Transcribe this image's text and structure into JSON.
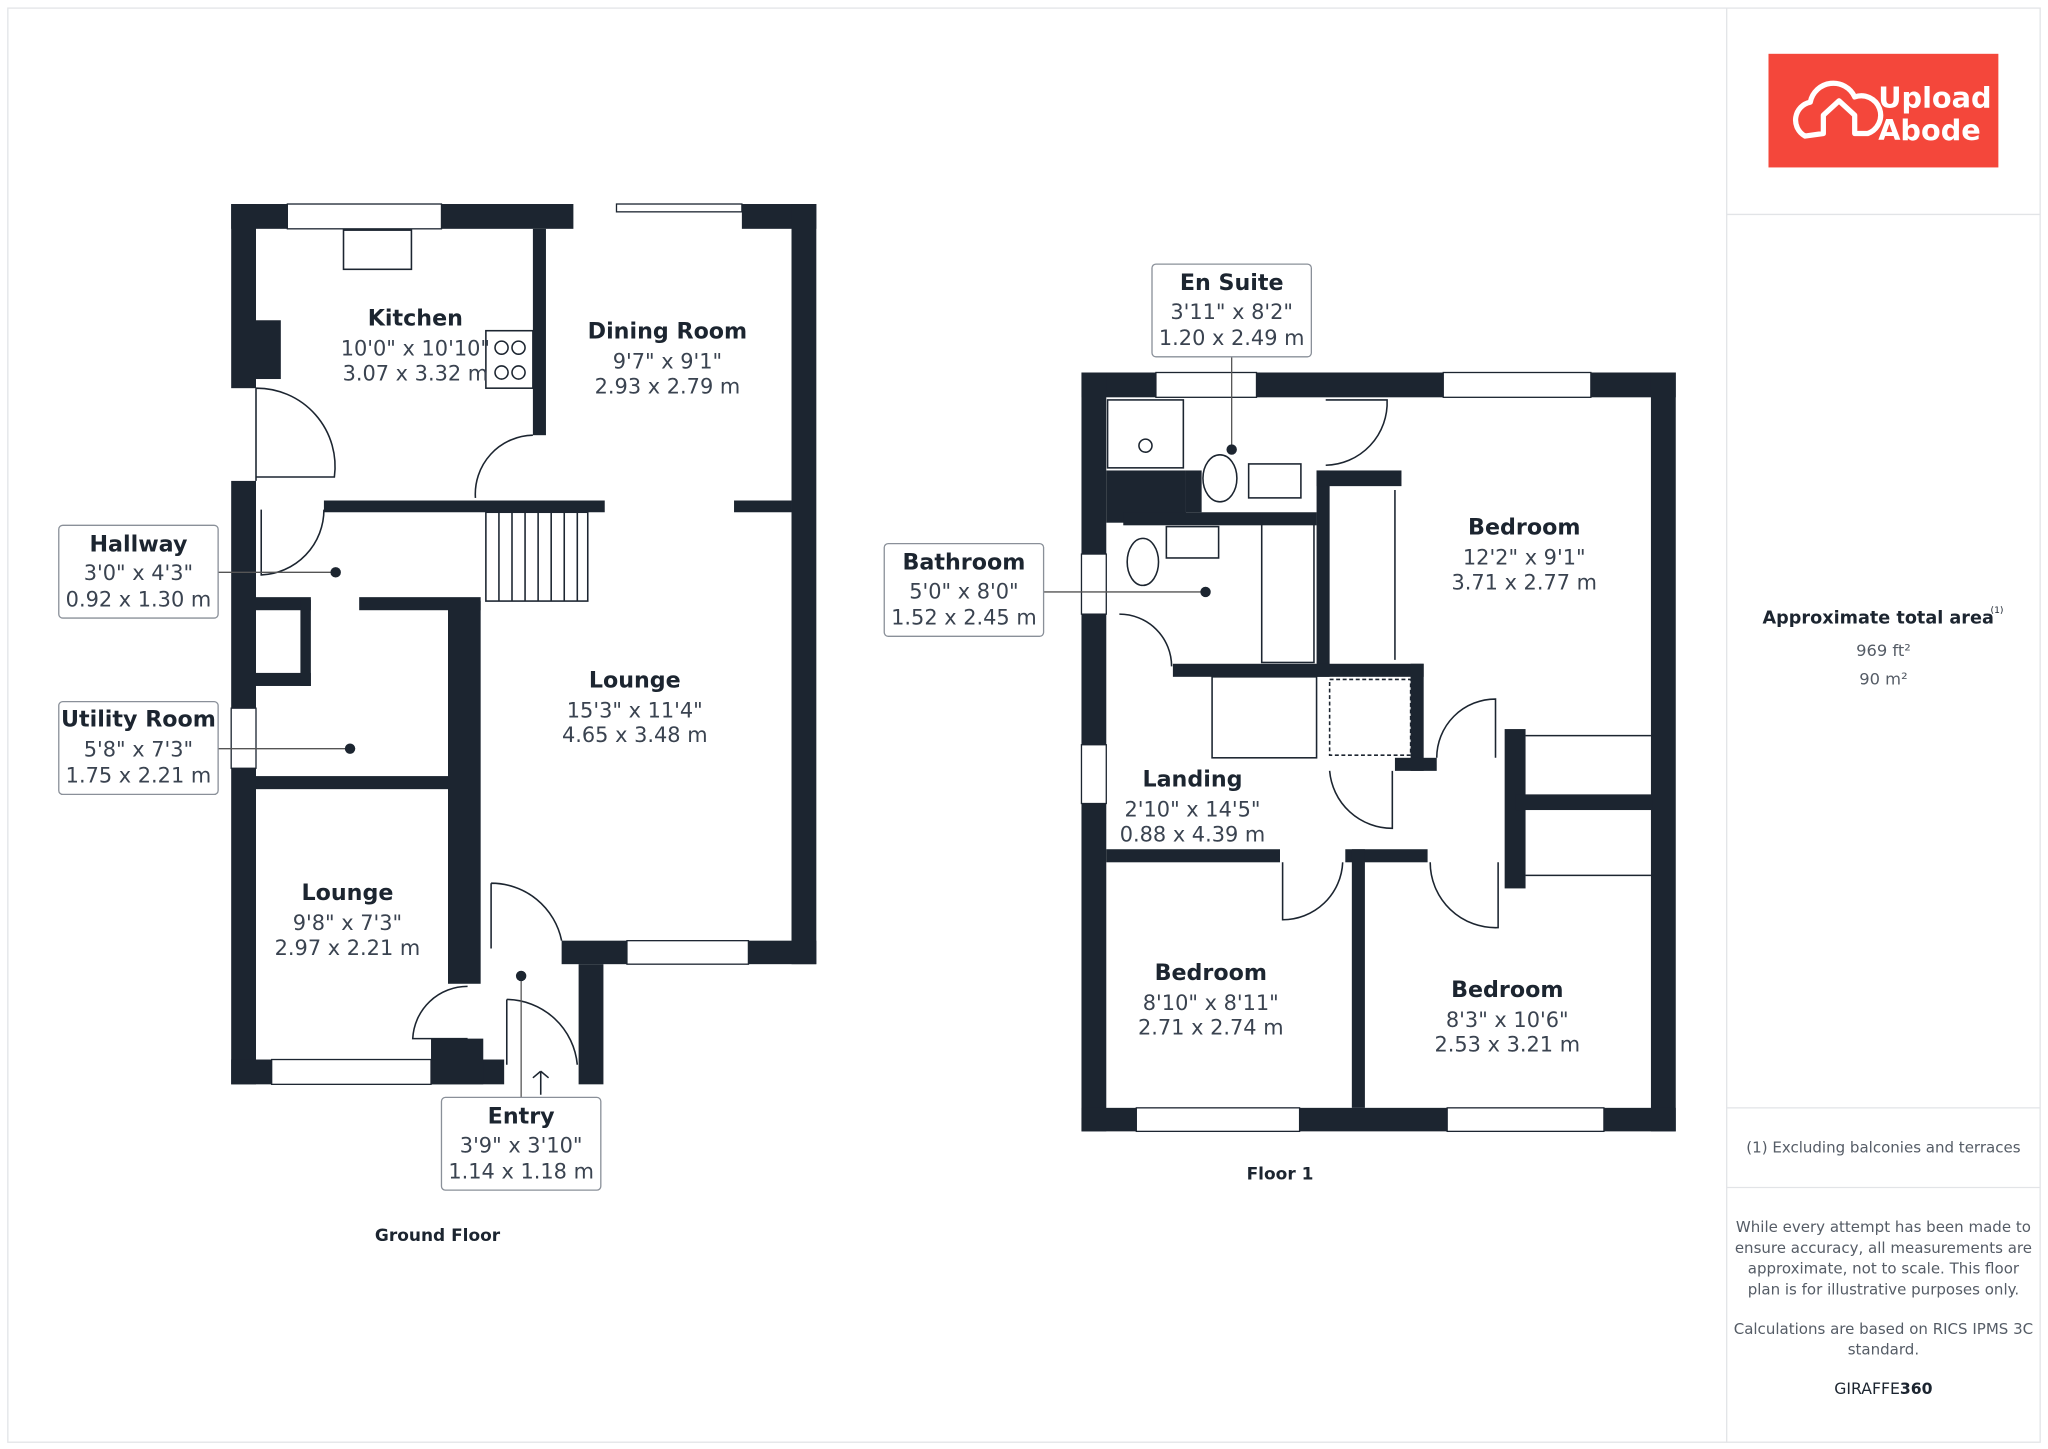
{
  "brand": {
    "name": "Upload Abode",
    "line1": "Upload",
    "line2": "Abode",
    "color": "#f4473b"
  },
  "floors": [
    {
      "name": "Ground Floor",
      "rooms": [
        {
          "name": "Kitchen",
          "imperial": "10'0\" x 10'10\"",
          "metric": "3.07 x 3.32 m"
        },
        {
          "name": "Dining Room",
          "imperial": "9'7\" x 9'1\"",
          "metric": "2.93 x 2.79 m"
        },
        {
          "name": "Hallway",
          "imperial": "3'0\" x 4'3\"",
          "metric": "0.92 x 1.30 m"
        },
        {
          "name": "Utility Room",
          "imperial": "5'8\" x 7'3\"",
          "metric": "1.75 x 2.21 m"
        },
        {
          "name": "Lounge",
          "imperial": "15'3\" x 11'4\"",
          "metric": "4.65 x 3.48 m"
        },
        {
          "name": "Lounge",
          "imperial": "9'8\" x 7'3\"",
          "metric": "2.97 x 2.21 m"
        },
        {
          "name": "Entry",
          "imperial": "3'9\" x 3'10\"",
          "metric": "1.14 x 1.18 m"
        }
      ]
    },
    {
      "name": "Floor 1",
      "rooms": [
        {
          "name": "En Suite",
          "imperial": "3'11\" x 8'2\"",
          "metric": "1.20 x 2.49 m"
        },
        {
          "name": "Bathroom",
          "imperial": "5'0\" x 8'0\"",
          "metric": "1.52 x 2.45 m"
        },
        {
          "name": "Bedroom",
          "imperial": "12'2\" x 9'1\"",
          "metric": "3.71 x 2.77 m"
        },
        {
          "name": "Landing",
          "imperial": "2'10\" x 14'5\"",
          "metric": "0.88 x 4.39 m"
        },
        {
          "name": "Bedroom",
          "imperial": "8'10\" x 8'11\"",
          "metric": "2.71 x 2.74 m"
        },
        {
          "name": "Bedroom",
          "imperial": "8'3\" x 10'6\"",
          "metric": "2.53 x 3.21 m"
        }
      ]
    }
  ],
  "summary": {
    "title": "Approximate total area",
    "footnote_mark": "(1)",
    "area_ft": "969 ft²",
    "area_m": "90 m²",
    "footnote": "(1) Excluding balconies and terraces",
    "disclaimer": [
      "While every attempt has been made to",
      "ensure accuracy, all measurements are",
      "approximate, not to scale. This floor",
      "plan is for illustrative purposes only."
    ],
    "calc": [
      "Calculations are based on RICS IPMS 3C",
      "standard."
    ],
    "credit_a": "GIRAFFE",
    "credit_b": "360"
  }
}
